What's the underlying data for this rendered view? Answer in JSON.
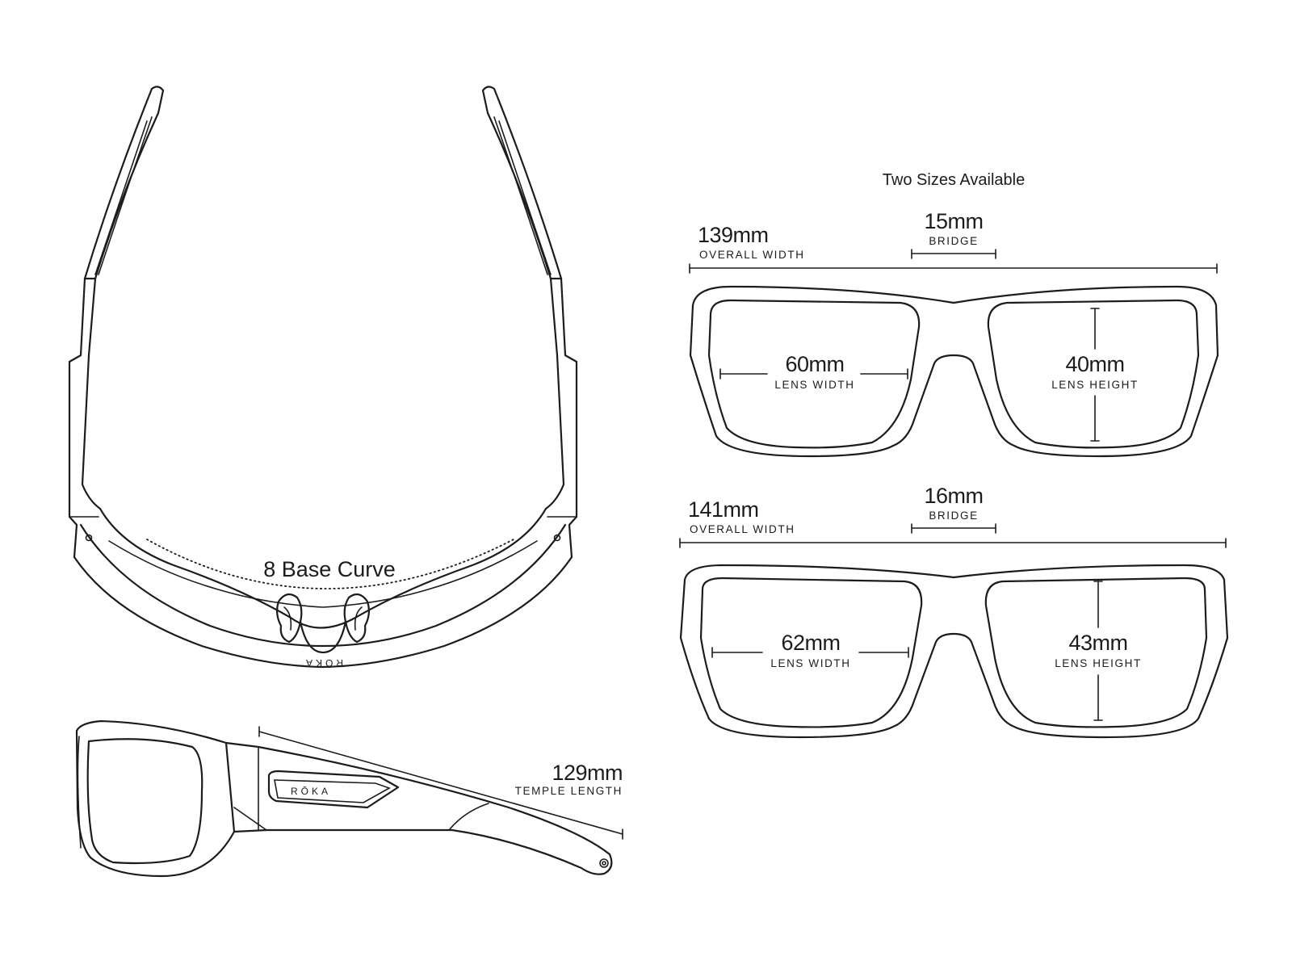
{
  "caption": "Two Sizes Available",
  "base_curve": "8 Base Curve",
  "brand": "RŌKA",
  "size_small": {
    "overall_width": "139mm",
    "overall_width_label": "OVERALL WIDTH",
    "bridge": "15mm",
    "bridge_label": "BRIDGE",
    "lens_width": "60mm",
    "lens_width_label": "LENS WIDTH",
    "lens_height": "40mm",
    "lens_height_label": "LENS HEIGHT"
  },
  "size_large": {
    "overall_width": "141mm",
    "overall_width_label": "OVERALL WIDTH",
    "bridge": "16mm",
    "bridge_label": "BRIDGE",
    "lens_width": "62mm",
    "lens_width_label": "LENS WIDTH",
    "lens_height": "43mm",
    "lens_height_label": "LENS HEIGHT"
  },
  "temple": {
    "length": "129mm",
    "label": "TEMPLE LENGTH"
  },
  "colors": {
    "line": "#1c1c1c",
    "background": "#ffffff"
  }
}
